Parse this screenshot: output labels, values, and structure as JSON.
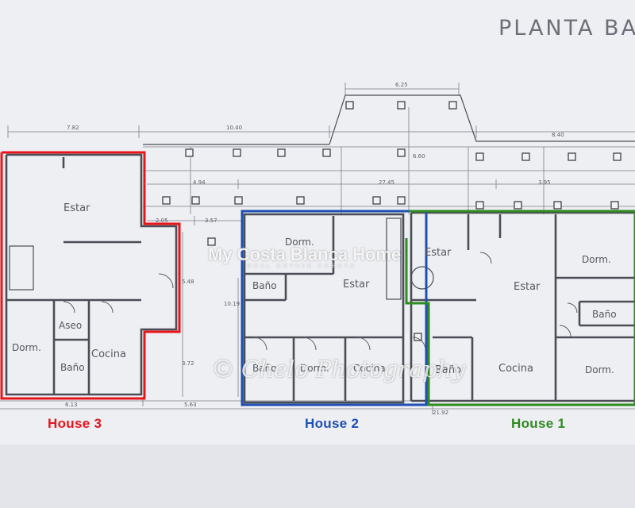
{
  "title": "PLANTA BA",
  "dimensions": {
    "d_625": "6.25",
    "d_782": "7.82",
    "d_1040": "10.40",
    "d_840": "8.40",
    "d_660": "6.60",
    "d_494": "4.94",
    "d_2745": "27.45",
    "d_395": "3.95",
    "d_205": "2.05",
    "d_357": "3.57",
    "d_548": "5.48",
    "d_1019": "10.19",
    "d_372": "3.72",
    "d_613": "6.13",
    "d_563": "5.63",
    "d_2192": "21.92"
  },
  "rooms": {
    "h3_estar": "Estar",
    "h3_aseo": "Aseo",
    "h3_dorm": "Dorm.",
    "h3_bano": "Baño",
    "h3_cocina": "Cocina",
    "h2_dorm": "Dorm.",
    "h2_bano": "Baño",
    "h2_estar": "Estar",
    "h2_bano2": "Baño",
    "h2_dorm2": "Dorm.",
    "h2_cocina": "Cocina",
    "h1_estar_small": "Estar",
    "h1_estar": "Estar",
    "h1_dorm1": "Dorm.",
    "h1_bano1": "Baño",
    "h1_bano2": "Baño",
    "h1_cocina": "Cocina",
    "h1_dorm2": "Dorm."
  },
  "houses": {
    "h3": "House 3",
    "h2": "House 2",
    "h1": "House 1"
  },
  "watermarks": {
    "brand": "My Costa Blanca Home",
    "brand_sub": "REAL ESTATE AGENTS",
    "copyright_symbol": "©",
    "photo": "Chelo Photography"
  },
  "colors": {
    "house3": "#e8141b",
    "house2": "#1d4fb5",
    "house1": "#2e8b1f",
    "walls": "#4a4d55"
  }
}
